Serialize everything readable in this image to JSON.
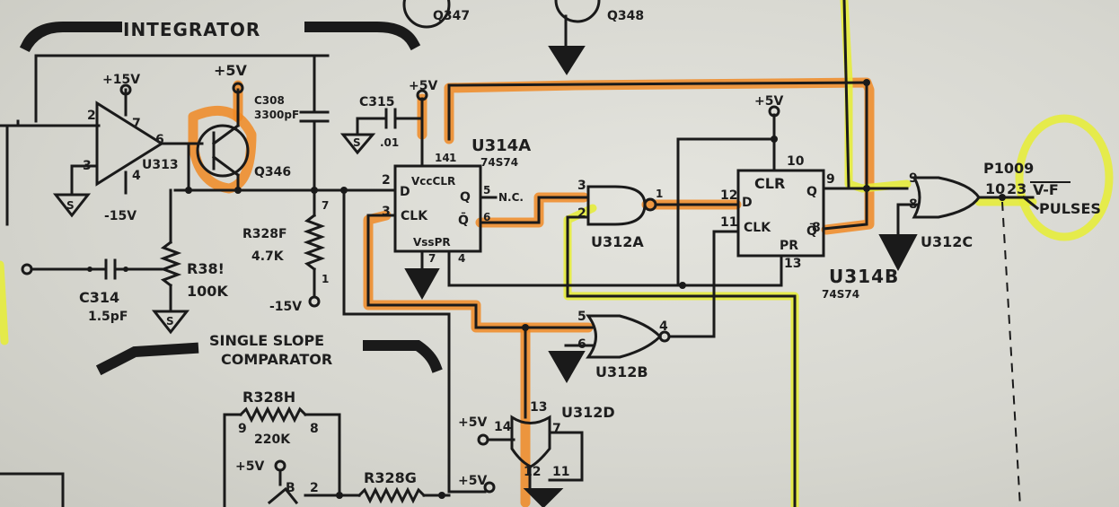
{
  "sections": {
    "integrator": "INTEGRATOR",
    "comparator_line1": "SINGLE SLOPE",
    "comparator_line2": "COMPARATOR"
  },
  "power": {
    "p15": "+15V",
    "m15": "-15V",
    "p5": "+5V",
    "m15b": "-15V"
  },
  "opamp": {
    "ref": "U313",
    "pin2": "2",
    "pin3": "3",
    "pin6": "6",
    "pin7": "7",
    "pin4": "4"
  },
  "transistors": {
    "q346": "Q346",
    "q347": "Q347",
    "q348": "Q348"
  },
  "capacitors": {
    "c308": "C308",
    "c308_val": "3300pF",
    "c315": "C315",
    "c315_val": ".01",
    "c314": "C314",
    "c314_val": "1.5pF"
  },
  "resistors": {
    "r328f": "R328F",
    "r328f_val": "4.7K",
    "r328f_pin7": "7",
    "r328f_pin1": "1",
    "r381": "R38!",
    "r381_val": "100K",
    "r328h": "R328H",
    "r328h_val": "220K",
    "r328h_pin9": "9",
    "r328h_pin8": "8",
    "r328g": "R328G"
  },
  "u314a": {
    "ref": "U314A",
    "part": "74S74",
    "vcc_clr": "VccCLR",
    "d": "D",
    "q": "Q",
    "qbar": "Q̄",
    "clk": "CLK",
    "vss_pr": "VssPR",
    "nc": "N.C.",
    "p14": "14",
    "p1": "1",
    "p2": "2",
    "p3": "3",
    "p5": "5",
    "p6": "6",
    "p7": "7",
    "p4": "4"
  },
  "u314b": {
    "ref": "U314B",
    "part": "74S74",
    "clr": "CLR",
    "d": "D",
    "q": "Q",
    "qbar": "Q̄",
    "clk": "CLK",
    "pr": "PR",
    "p10": "10",
    "p12": "12",
    "p11": "11",
    "p9": "9",
    "p8": "8",
    "p13": "13"
  },
  "gates": {
    "u312a": "U312A",
    "u312a_p3": "3",
    "u312a_p2": "2",
    "u312a_p1": "1",
    "u312b": "U312B",
    "u312b_p5": "5",
    "u312b_p6": "6",
    "u312b_p4": "4",
    "u312c": "U312C",
    "u312c_p9": "9",
    "u312c_p8": "8",
    "u312d": "U312D",
    "u312d_p13": "13",
    "u312d_p14": "14",
    "u312d_p7": "7",
    "u312d_p12": "12",
    "u312d_p11": "11"
  },
  "connector": {
    "ref": "P1009",
    "pin10": "10",
    "pin23": "23",
    "signal": "V-F",
    "signal2": "PULSES"
  },
  "colors": {
    "ink": "#1a1a1a",
    "highlight_orange": "#f08a24",
    "highlight_yellow": "#e6ec3c",
    "paper": "#dcdcd6"
  }
}
